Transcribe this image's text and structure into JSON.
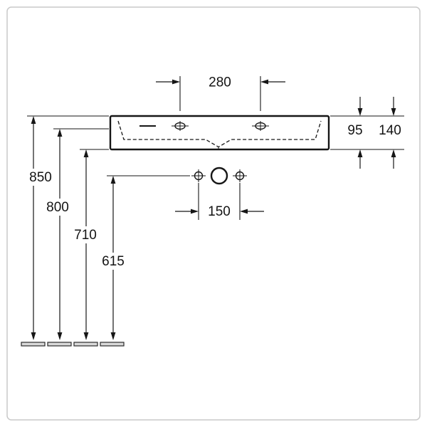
{
  "drawing": {
    "labels": {
      "d280": "280",
      "d95": "95",
      "d140": "140",
      "d850": "850",
      "d800": "800",
      "d710": "710",
      "d615": "615",
      "d150": "150"
    },
    "colors": {
      "line": "#161616",
      "frame": "#c9c9c9",
      "floor_fill": "#d9d9d9",
      "background": "#ffffff"
    }
  }
}
